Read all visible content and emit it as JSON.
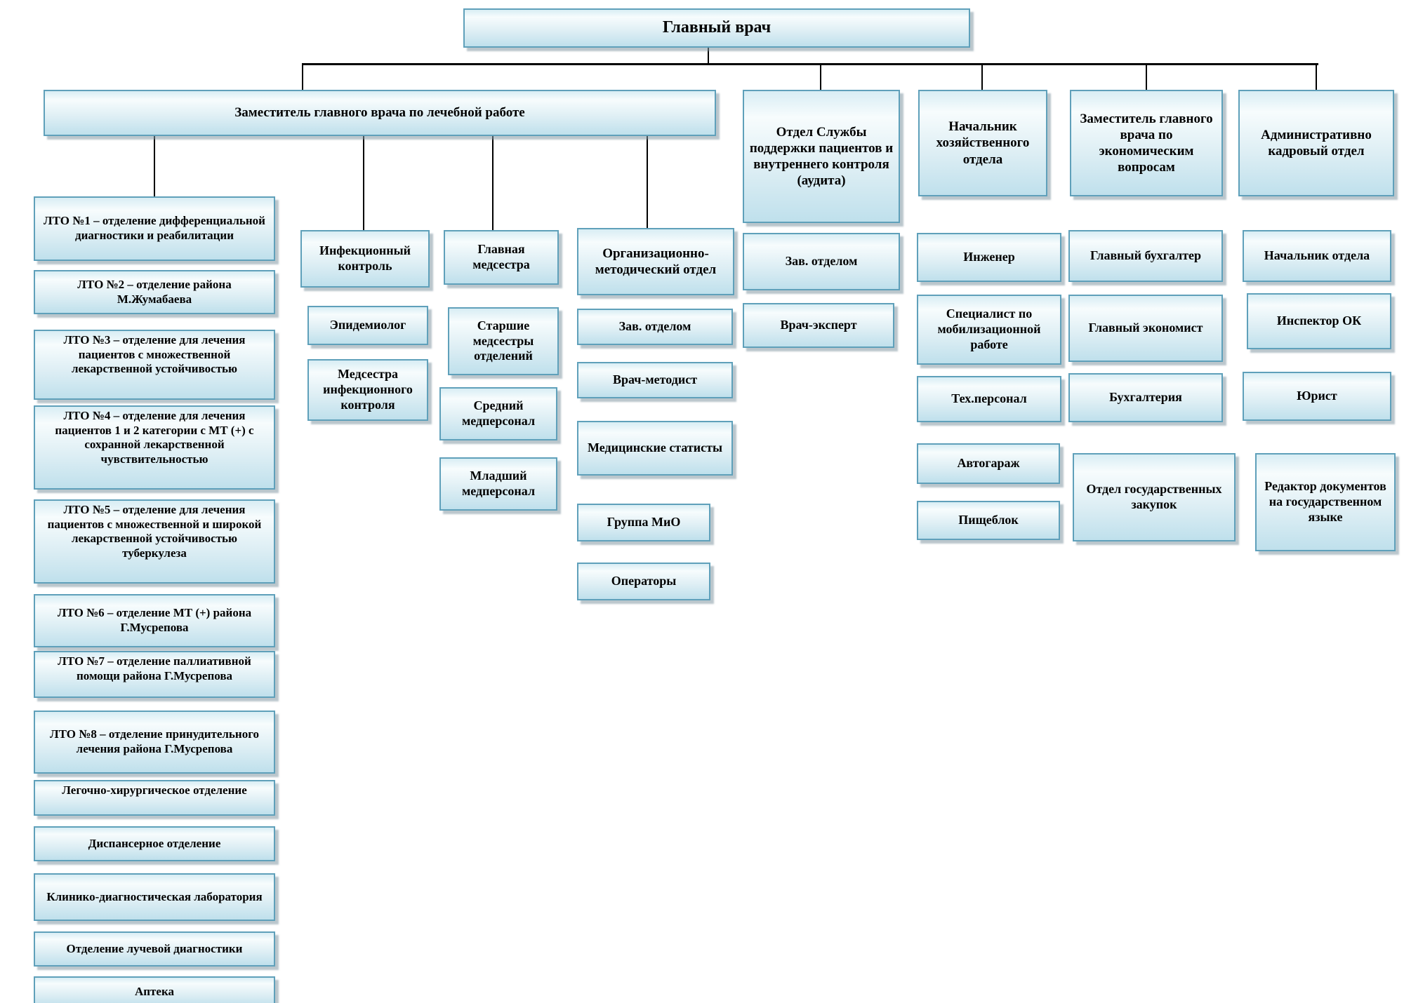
{
  "palette": {
    "box_border": "#5fa0ba",
    "box_fill_top": "#f7fcfd",
    "box_fill_bottom": "#bfe0ec",
    "connector": "#000000",
    "text": "#000000"
  },
  "org": {
    "root": {
      "label": "Главный врач"
    },
    "deputy_medical": {
      "label": "Заместитель главного врача по лечебной работе",
      "lto_departments": [
        {
          "label": "ЛТО №1 – отделение дифференциальной диагностики и реабилитации"
        },
        {
          "label": "ЛТО №2 – отделение района М.Жумабаева"
        },
        {
          "label": "ЛТО №3 – отделение для лечения пациентов с множественной лекарственной устойчивостью"
        },
        {
          "label": "ЛТО №4 – отделение для лечения пациентов 1 и 2 категории с  МТ (+)  с сохранной лекарственной чувствительностью"
        },
        {
          "label": "ЛТО №5 – отделение для лечения пациентов с множественной и широкой лекарственной устойчивостью туберкулеза"
        },
        {
          "label": "ЛТО №6 – отделение МТ (+) района Г.Мусрепова"
        },
        {
          "label": "ЛТО №7 – отделение паллиативной помощи района Г.Мусрепова"
        },
        {
          "label": "ЛТО №8 – отделение принудительного лечения района Г.Мусрепова"
        },
        {
          "label": "Легочно-хирургическое отделение"
        },
        {
          "label": "Диспансерное отделение"
        },
        {
          "label": "Клинико-диагностическая лаборатория"
        },
        {
          "label": "Отделение лучевой диагностики"
        },
        {
          "label": "Аптека"
        }
      ],
      "infection_control": {
        "label": "Инфекционный контроль",
        "children": [
          "Эпидемиолог",
          "Медсестра инфекционного контроля"
        ]
      },
      "head_nurse": {
        "label": "Главная медсестра",
        "children": [
          "Старшие медсестры отделений",
          "Средний медперсонал",
          "Младший медперсонал"
        ]
      },
      "org_method": {
        "label": "Организационно-методический отдел",
        "children": [
          "Зав. отделом",
          "Врач-методист",
          "Медицинские статисты",
          "Группа МиО",
          "Операторы"
        ]
      }
    },
    "patient_support": {
      "label": "Отдел Службы поддержки пациентов и внутреннего контроля (аудита)",
      "children": [
        "Зав. отделом",
        "Врач-эксперт"
      ]
    },
    "household": {
      "label": "Начальник хозяйственного отдела",
      "children": [
        "Инженер",
        "Специалист по мобилизационной работе",
        "Тех.персонал",
        "Автогараж",
        "Пищеблок"
      ]
    },
    "economic_deputy": {
      "label": "Заместитель главного врача по экономическим вопросам",
      "children": [
        "Главный бухгалтер",
        "Главный экономист",
        "Бухгалтерия",
        "Отдел государственных закупок"
      ]
    },
    "hr_department": {
      "label": "Административно кадровый отдел",
      "children": [
        "Начальник отдела",
        "Инспектор ОК",
        "Юрист",
        "Редактор документов на государственном языке"
      ]
    }
  }
}
